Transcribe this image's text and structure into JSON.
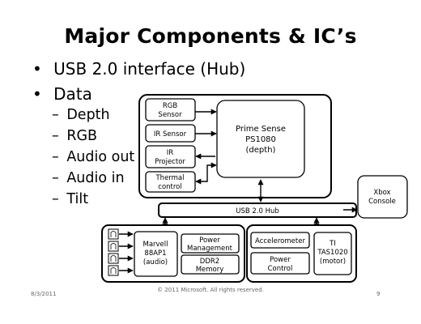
{
  "title": "Major Components & IC’s",
  "bullets": [
    {
      "marker": "•",
      "text": "USB 2.0 interface (Hub)"
    },
    {
      "marker": "•",
      "text": "Data"
    }
  ],
  "sub_bullets": [
    {
      "marker": "–",
      "text": "Depth"
    },
    {
      "marker": "–",
      "text": "RGB"
    },
    {
      "marker": "–",
      "text": "Audio out"
    },
    {
      "marker": "–",
      "text": "Audio in"
    },
    {
      "marker": "–",
      "text": "Tilt"
    }
  ],
  "diagram": {
    "rgb_sensor": [
      "RGB",
      "Sensor"
    ],
    "ir_sensor": "IR Sensor",
    "ir_projector": [
      "IR",
      "Projector"
    ],
    "thermal_control": [
      "Thermal",
      "control"
    ],
    "prime_sense": [
      "Prime Sense",
      "PS1080",
      "(depth)"
    ],
    "usb_hub": "USB 2.0 Hub",
    "xbox_console": [
      "Xbox",
      "Console"
    ],
    "marvell": [
      "Marvell",
      "88AP1",
      "(audio)"
    ],
    "power_management": [
      "Power",
      "Management"
    ],
    "ddr2_memory": [
      "DDR2",
      "Memory"
    ],
    "accelerometer": "Accelerometer",
    "power_control": [
      "Power",
      "Control"
    ],
    "ti_motor": [
      "TI",
      "TAS1020",
      "(motor)"
    ]
  },
  "footer": {
    "date": "8/3/2011",
    "copyright": "© 2011 Microsoft. All rights reserved.",
    "page": "9"
  }
}
